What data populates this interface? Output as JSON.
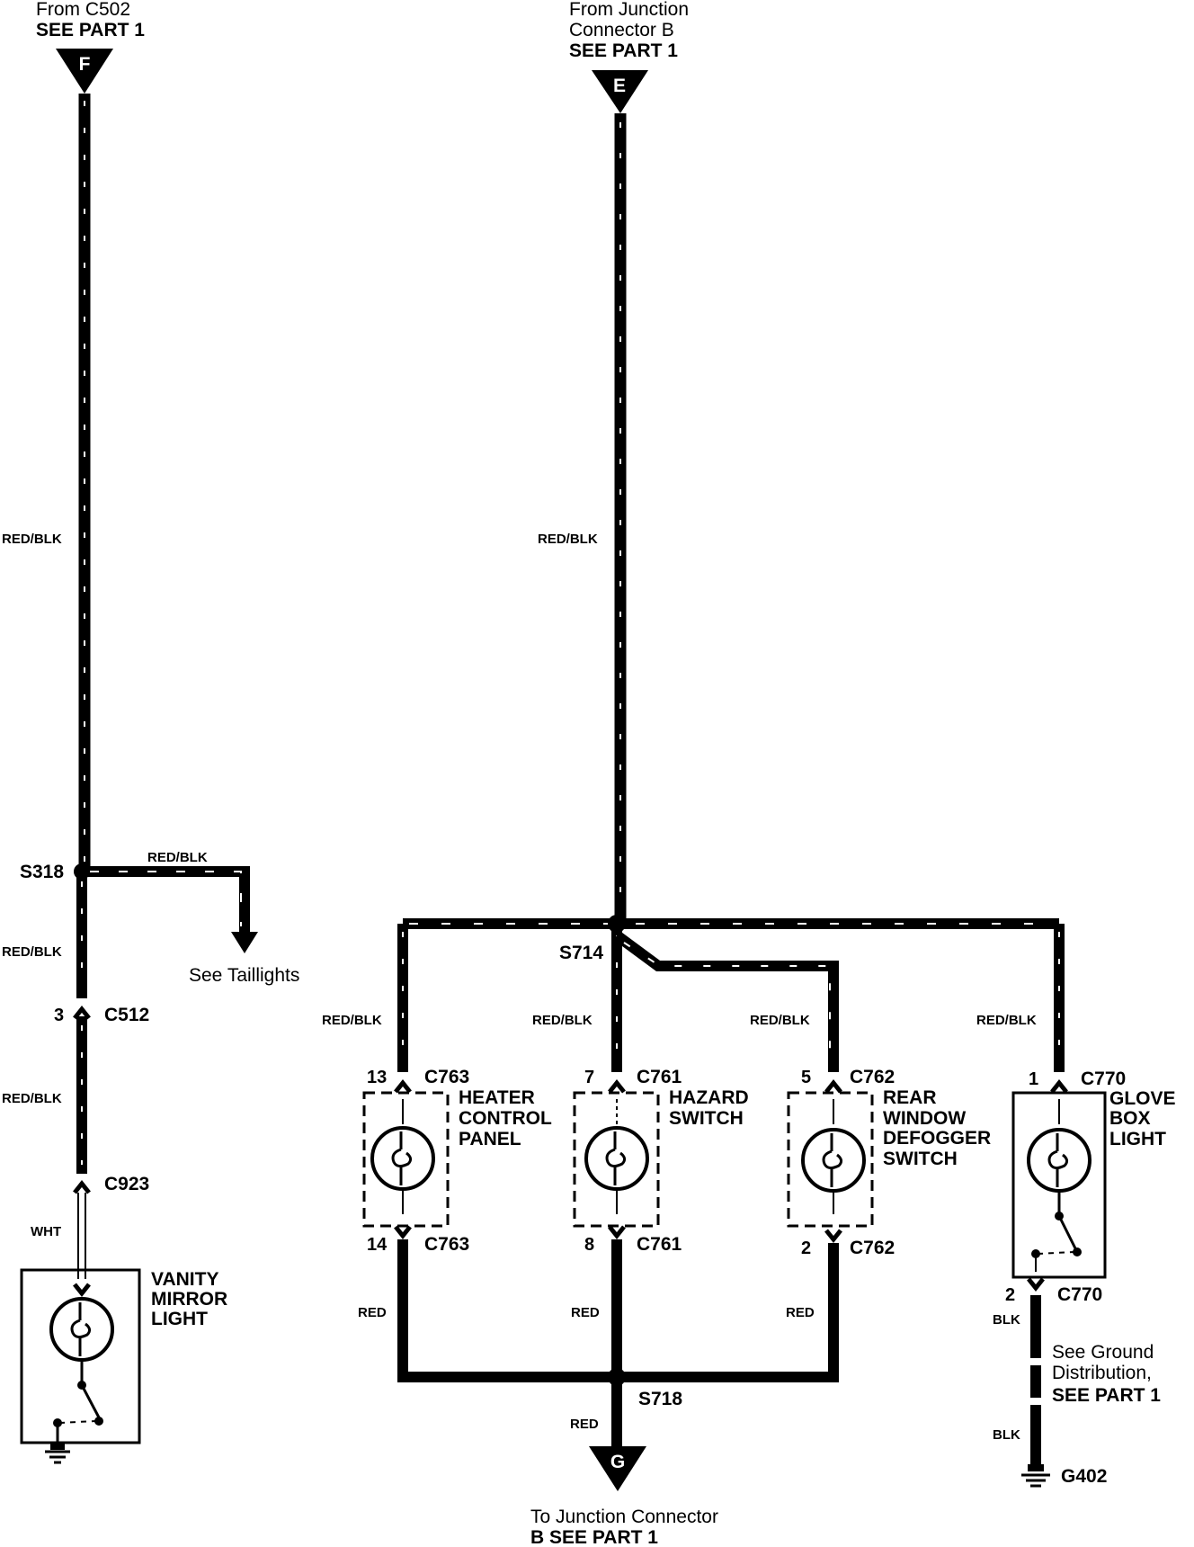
{
  "colors": {
    "ink": "#000000",
    "wire_dash": "#ffffff",
    "paper": "#ffffff"
  },
  "sources": {
    "f": {
      "symbol": "F",
      "line1": "From C502",
      "line2": "SEE PART 1"
    },
    "e": {
      "symbol": "E",
      "line1": "From Junction",
      "line2": "Connector B",
      "line3": "SEE PART 1"
    }
  },
  "destination": {
    "symbol": "G",
    "line1": "To Junction Connector",
    "line2": "B SEE PART 1"
  },
  "splices": {
    "s318": "S318",
    "s714": "S714",
    "s718": "S718"
  },
  "wires": {
    "f_main": "RED/BLK",
    "s318_branch": "RED/BLK",
    "s318_c512": "RED/BLK",
    "c512_c923": "RED/BLK",
    "vanity_feed": "WHT",
    "e_main": "RED/BLK",
    "heater_feed": "RED/BLK",
    "hazard_feed": "RED/BLK",
    "defogger_feed": "RED/BLK",
    "glovebox_feed": "RED/BLK",
    "heater_return": "RED",
    "hazard_return": "RED",
    "defogger_return": "RED",
    "to_g": "RED",
    "glovebox_ground_1": "BLK",
    "glovebox_ground_2": "BLK"
  },
  "notes": {
    "taillights": "See Taillights"
  },
  "connectors": {
    "c512": {
      "pin": "3",
      "name": "C512"
    },
    "c923": {
      "name": "C923"
    },
    "c763_top": {
      "pin": "13",
      "name": "C763"
    },
    "c763_bottom": {
      "pin": "14",
      "name": "C763"
    },
    "c761_top": {
      "pin": "7",
      "name": "C761"
    },
    "c761_bottom": {
      "pin": "8",
      "name": "C761"
    },
    "c762_top": {
      "pin": "5",
      "name": "C762"
    },
    "c762_bottom": {
      "pin": "2",
      "name": "C762"
    },
    "c770_top": {
      "pin": "1",
      "name": "C770"
    },
    "c770_bottom": {
      "pin": "2",
      "name": "C770"
    }
  },
  "components": {
    "vanity": [
      "VANITY",
      "MIRROR",
      "LIGHT"
    ],
    "heater": [
      "HEATER",
      "CONTROL",
      "PANEL"
    ],
    "hazard": [
      "HAZARD",
      "SWITCH"
    ],
    "defogger": [
      "REAR",
      "WINDOW",
      "DEFOGGER",
      "SWITCH"
    ],
    "glovebox": [
      "GLOVE",
      "BOX",
      "LIGHT"
    ]
  },
  "ground": {
    "note": [
      "See Ground",
      "Distribution,",
      "SEE PART 1"
    ],
    "name": "G402"
  }
}
